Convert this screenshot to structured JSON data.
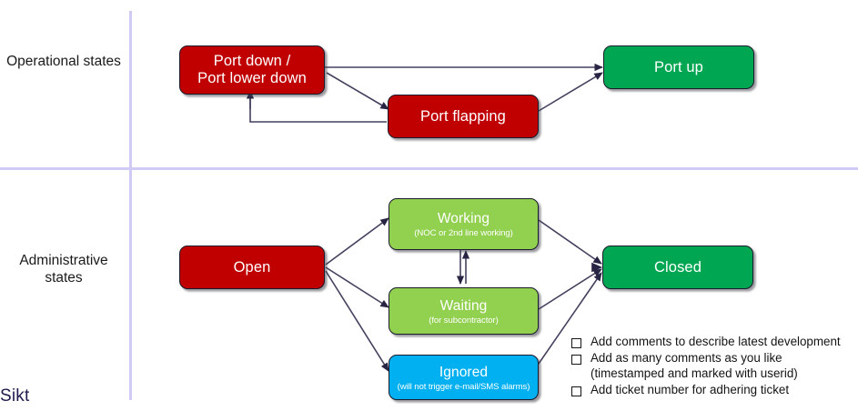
{
  "rows": [
    {
      "id": "operational",
      "label": "Operational\nstates"
    },
    {
      "id": "administrative",
      "label": "Administrative\nstates"
    }
  ],
  "colors": {
    "red": "#c00000",
    "green": "#00a651",
    "lightgreen": "#92d050",
    "blue": "#00b0f0",
    "divider": "#cfcbf5",
    "arrow": "#44415e",
    "text": "#141414",
    "brand": "#211a4d"
  },
  "nodes": [
    {
      "id": "port-down",
      "title": "Port down /\nPort lower down",
      "subtitle": "",
      "color": "red"
    },
    {
      "id": "port-flapping",
      "title": "Port flapping",
      "subtitle": "",
      "color": "red"
    },
    {
      "id": "port-up",
      "title": "Port up",
      "subtitle": "",
      "color": "green"
    },
    {
      "id": "open",
      "title": "Open",
      "subtitle": "",
      "color": "red"
    },
    {
      "id": "working",
      "title": "Working",
      "subtitle": "(NOC or 2nd line working)",
      "color": "lightgreen"
    },
    {
      "id": "waiting",
      "title": "Waiting",
      "subtitle": "(for subcontractor)",
      "color": "lightgreen"
    },
    {
      "id": "ignored",
      "title": "Ignored",
      "subtitle": "(will not trigger e-mail/SMS alarms)",
      "color": "blue"
    },
    {
      "id": "closed",
      "title": "Closed",
      "subtitle": "",
      "color": "green"
    }
  ],
  "checklist": [
    {
      "marker": "checkbox",
      "text": "Add comments to describe latest development"
    },
    {
      "marker": "checkbox",
      "text": "Add as many comments as you like"
    },
    {
      "marker": "none",
      "text": "(timestamped and marked with userid)"
    },
    {
      "marker": "checkbox",
      "text": "Add ticket number for adhering ticket"
    }
  ],
  "brand": {
    "name": "Sikt"
  }
}
